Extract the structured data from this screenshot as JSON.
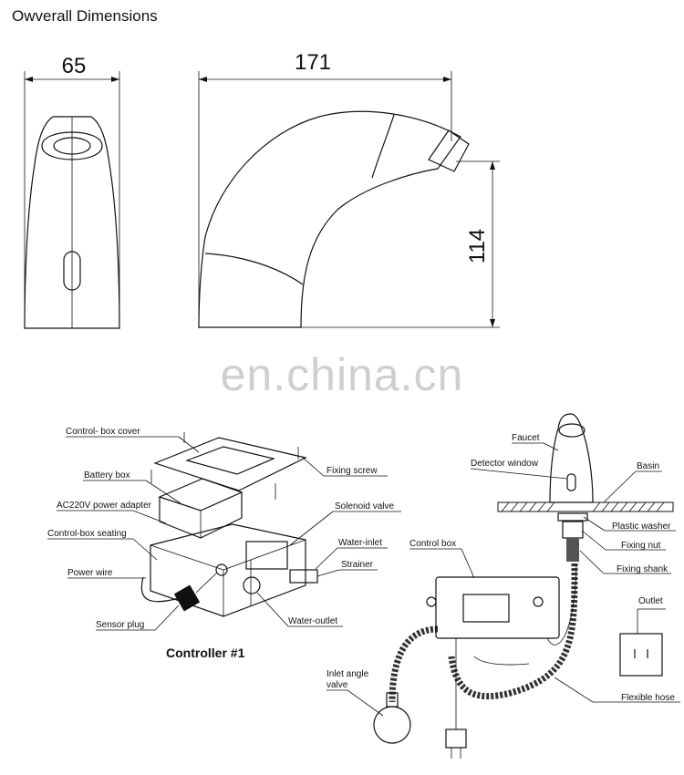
{
  "title": "Owverall Dimensions",
  "watermark": "en.china.cn",
  "dimensions": {
    "width": "65",
    "length": "171",
    "height": "114"
  },
  "controller": {
    "caption": "Controller #1",
    "labels": {
      "cover": "Control- box cover",
      "battery": "Battery box",
      "adapter": "AC220V power adapter",
      "seating": "Control-box seating",
      "power_wire": "Power wire",
      "sensor_plug": "Sensor plug",
      "fixing_screw": "Fixing screw",
      "solenoid": "Solenoid valve",
      "water_inlet": "Water-inlet",
      "strainer": "Strainer",
      "water_outlet": "Water-outlet"
    }
  },
  "installation": {
    "labels": {
      "faucet": "Faucet",
      "detector": "Detector window",
      "basin": "Basin",
      "plastic_washer": "Plastic washer",
      "fixing_nut": "Fixing nut",
      "fixing_shank": "Fixing shank",
      "control_box": "Control box",
      "outlet": "Outlet",
      "inlet_valve_1": "Inlet angle",
      "inlet_valve_2": "valve",
      "flexible_hose": "Flexible hose"
    }
  }
}
